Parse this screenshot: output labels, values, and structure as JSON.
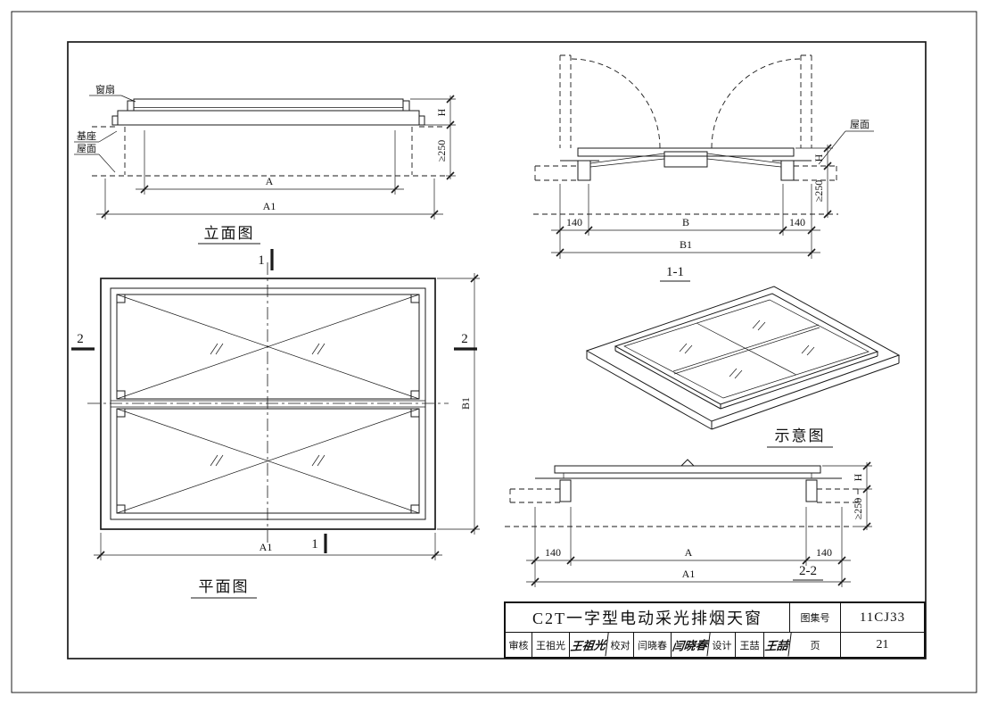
{
  "sheet": {
    "figures": {
      "elevation": {
        "title": "立面图",
        "labels": {
          "sash": "窗扇",
          "base": "基座",
          "roof": "屋面"
        },
        "dims": {
          "a": "A",
          "a1": "A1",
          "h": "H",
          "min250": "≥250"
        }
      },
      "section11": {
        "title": "1-1",
        "labels": {
          "roof": "屋面"
        },
        "dims": {
          "l140": "140",
          "b": "B",
          "r140": "140",
          "b1": "B1",
          "h": "H",
          "min250": "≥250"
        }
      },
      "plan": {
        "title": "平面图",
        "dims": {
          "a1": "A1",
          "b1": "B1"
        },
        "marks": {
          "one": "1",
          "two": "2"
        }
      },
      "schematic": {
        "title": "示意图"
      },
      "section22": {
        "title": "2-2",
        "dims": {
          "l140": "140",
          "a": "A",
          "r140": "140",
          "a1": "A1",
          "h": "H",
          "min250": "≥250"
        }
      }
    },
    "titleblock": {
      "title": "C2T一字型电动采光排烟天窗",
      "atlas_label": "图集号",
      "atlas_no": "11CJ33",
      "page_label": "页",
      "page_no": "21",
      "reviewer_label": "审核",
      "reviewer_name": "王祖光",
      "reviewer_sign": "王祖光",
      "checker_label": "校对",
      "checker_name": "闫晓春",
      "checker_sign": "闫晓春",
      "designer_label": "设计",
      "designer_name": "王喆",
      "designer_sign": "王喆"
    }
  }
}
